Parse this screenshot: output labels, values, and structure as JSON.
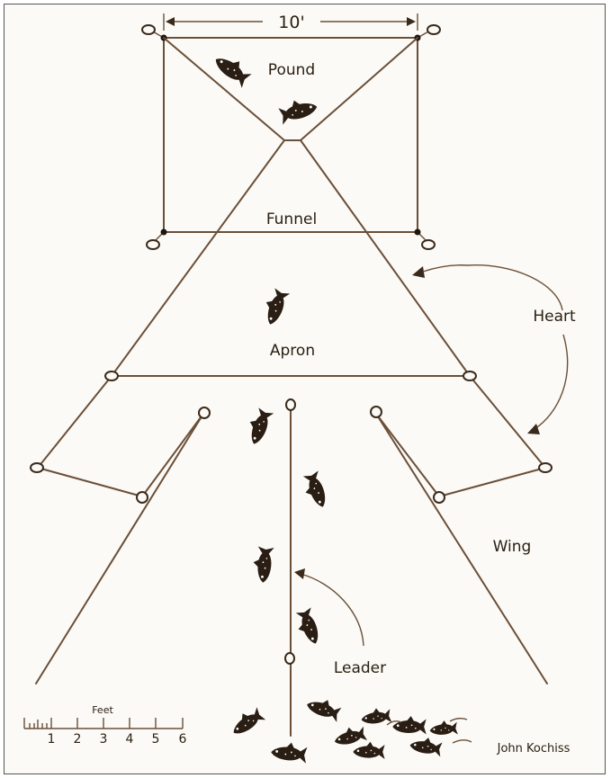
{
  "labels": {
    "dimension": "10'",
    "pound": "Pound",
    "funnel": "Funnel",
    "apron": "Apron",
    "heart": "Heart",
    "wing": "Wing",
    "leader": "Leader",
    "credit": "John Kochiss"
  },
  "scale": {
    "title": "Feet",
    "ticks": [
      "1",
      "2",
      "3",
      "4",
      "5",
      "6"
    ]
  },
  "colors": {
    "rope": "#6b4f38",
    "fish": "#2a1e14",
    "text": "#2b2013",
    "background": "#fbfaf6"
  }
}
